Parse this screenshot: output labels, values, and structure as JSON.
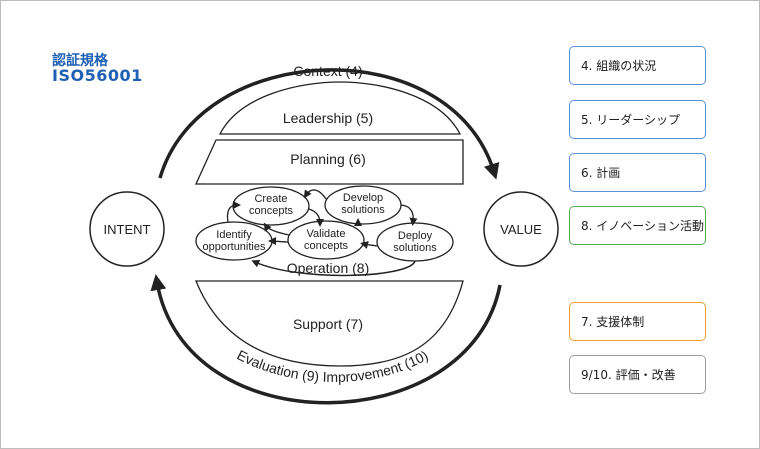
{
  "heading": {
    "ja": "認証規格",
    "standard": "ISO56001"
  },
  "diagram": {
    "intent": "INTENT",
    "value": "VALUE",
    "context": "Context (4)",
    "leadership": "Leadership (5)",
    "planning": "Planning (6)",
    "operation": "Operation (8)",
    "support": "Support (7)",
    "evaluation": "Evaluation (9) Improvement (10)",
    "processes": {
      "identify": [
        "Identify",
        "opportunities"
      ],
      "create": [
        "Create",
        "concepts"
      ],
      "validate": [
        "Validate",
        "concepts"
      ],
      "develop": [
        "Develop",
        "solutions"
      ],
      "deploy": [
        "Deploy",
        "solutions"
      ]
    }
  },
  "clauses": [
    {
      "label": "4. 組織の状況",
      "color": "#5b8fd6"
    },
    {
      "label": "5. リーダーシップ",
      "color": "#5b8fd6"
    },
    {
      "label": "6. 計画",
      "color": "#5b8fd6"
    },
    {
      "label": "8. イノベーション活動",
      "color": "#4caf50"
    },
    {
      "label": "7. 支援体制",
      "color": "#f0a030"
    },
    {
      "label": "9/10. 評価・改善",
      "color": "#9e9e9e"
    }
  ]
}
